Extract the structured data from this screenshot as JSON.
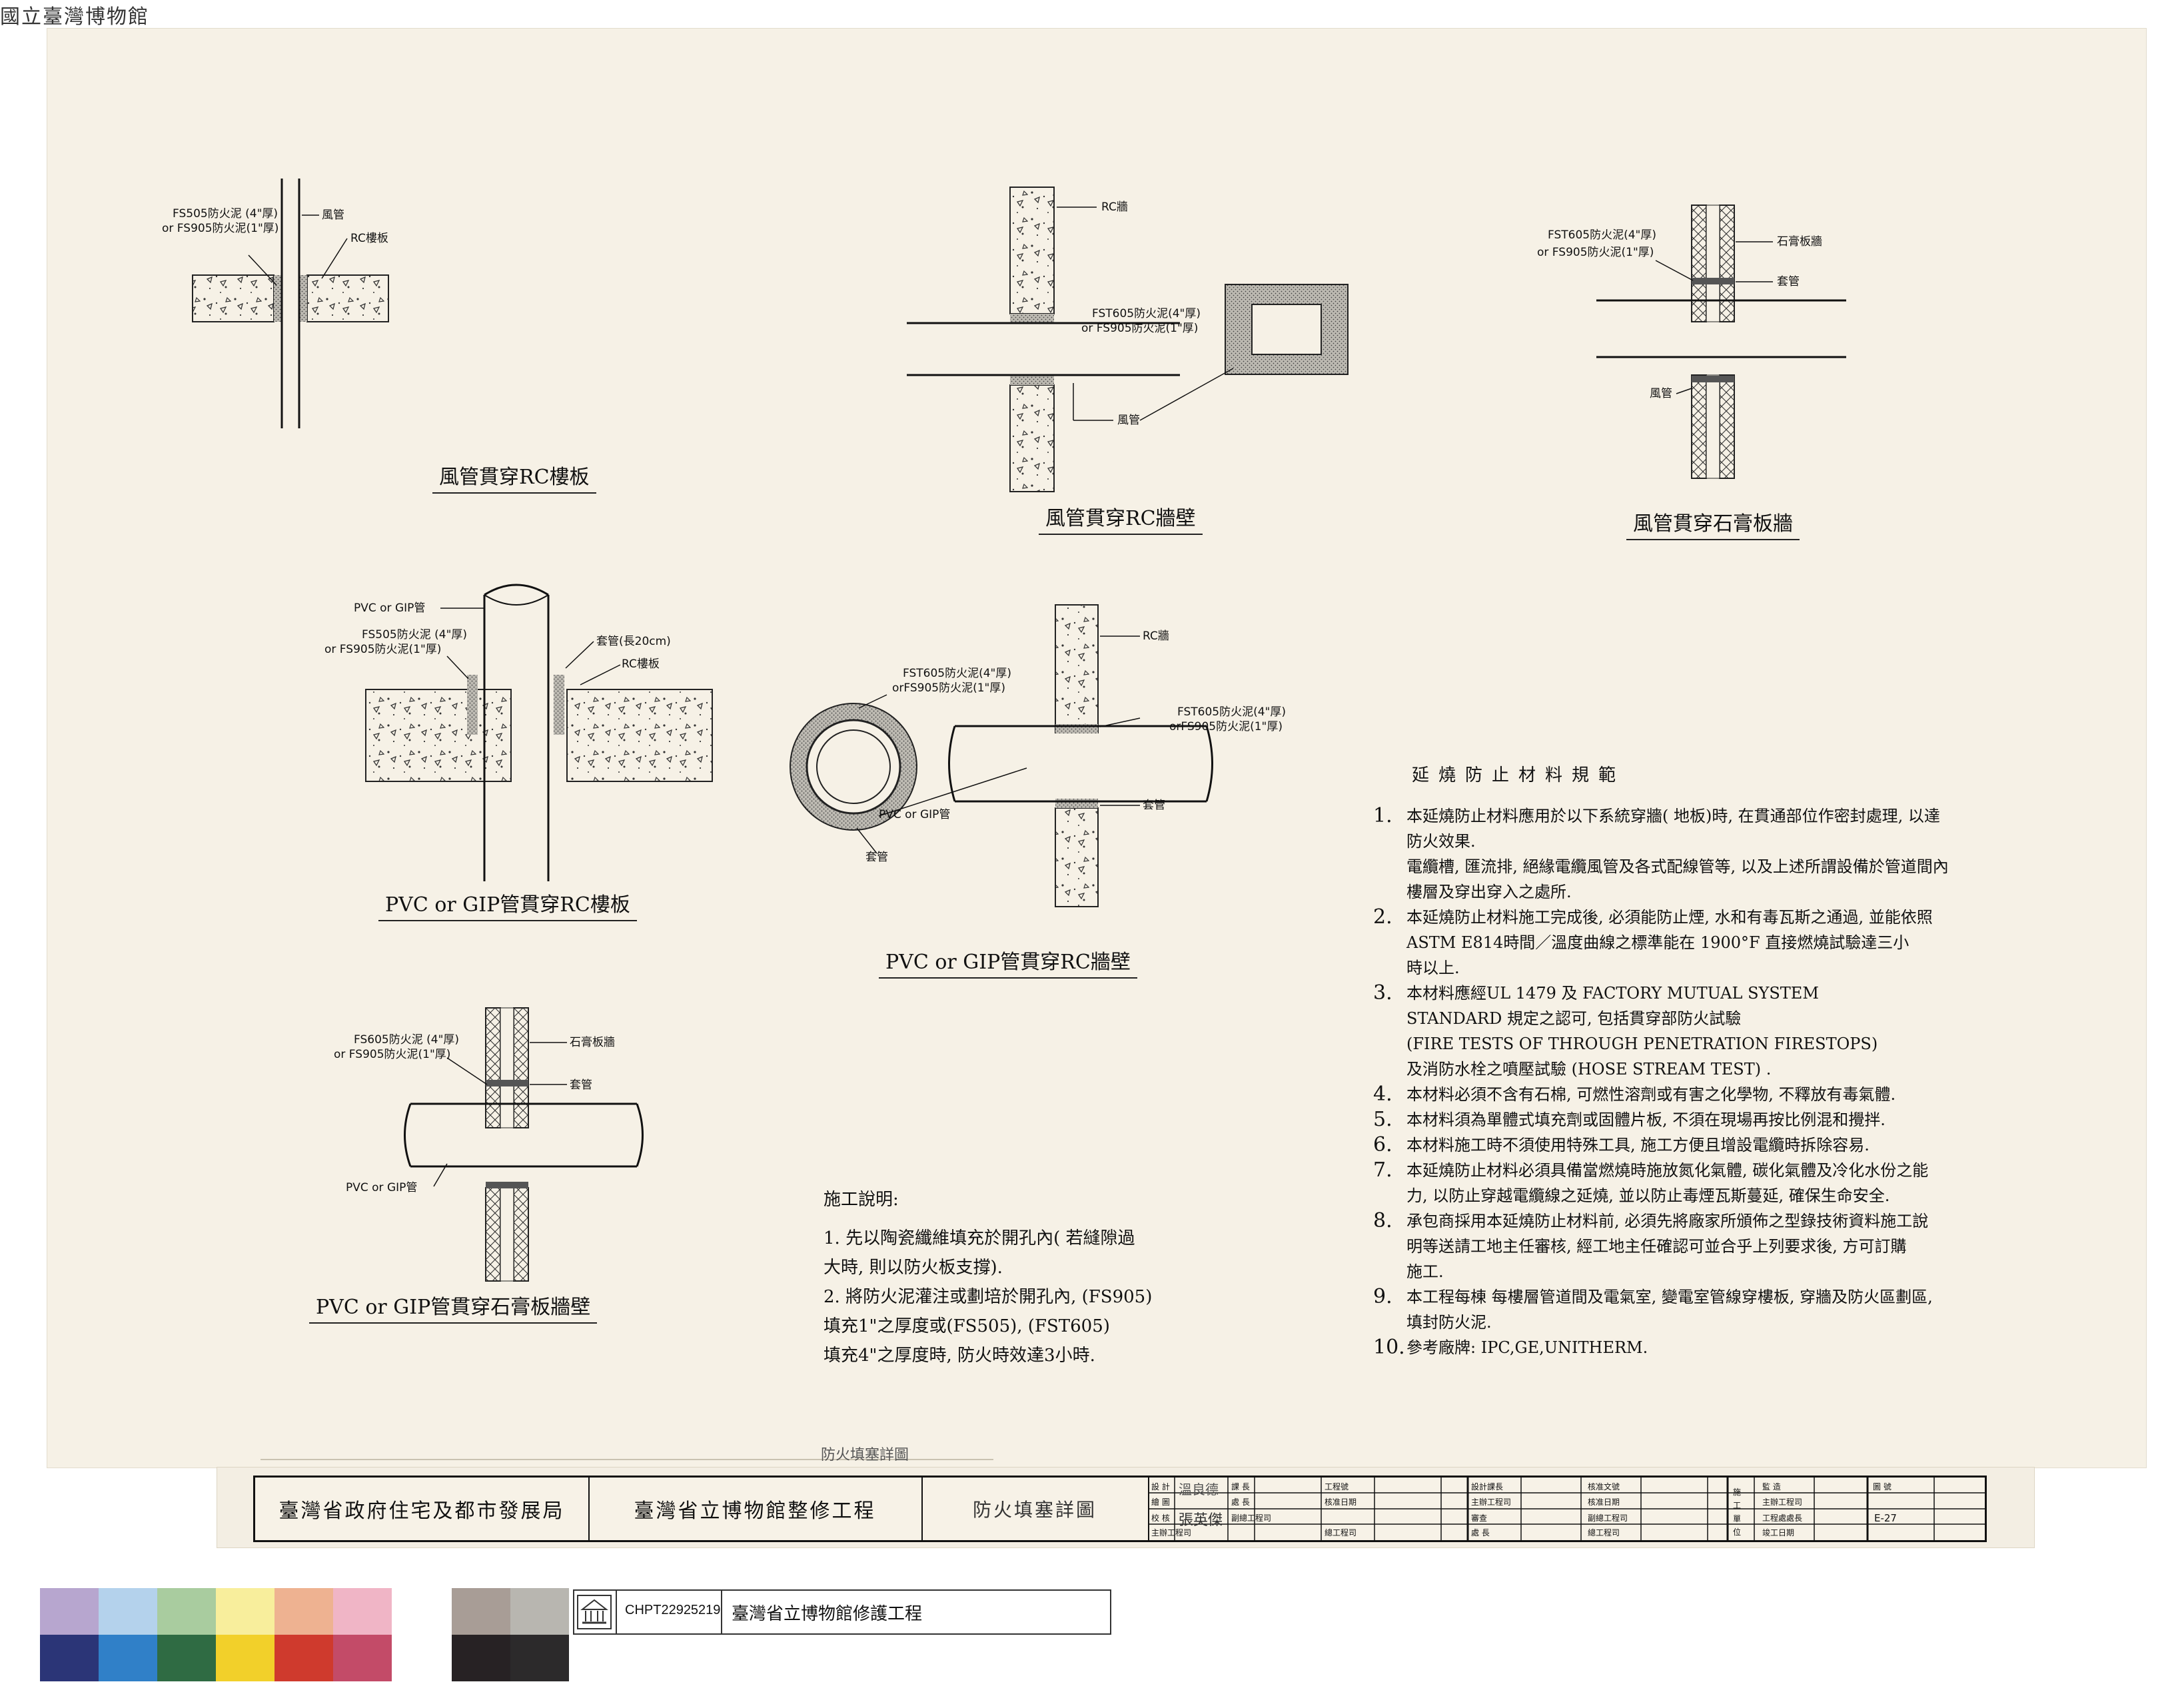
{
  "stamp": "國立臺灣博物館",
  "details": {
    "d1": {
      "caption": "風管貫穿RC樓板",
      "labels": {
        "fs505": "FS505防火泥 (4\"厚)",
        "fs905": "or FS905防火泥(1\"厚)",
        "duct": "風管",
        "slab": "RC樓板"
      }
    },
    "d2": {
      "caption": "風管貫穿RC牆壁",
      "labels": {
        "rc": "RC牆",
        "fst605": "FST605防火泥(4\"厚)",
        "fs905": "or FS905防火泥(1\"厚)",
        "duct": "風管"
      }
    },
    "d3": {
      "caption": "風管貫穿石膏板牆",
      "labels": {
        "fst605": "FST605防火泥(4\"厚)",
        "fs905": "or FS905防火泥(1\"厚)",
        "gypsum": "石膏板牆",
        "sleeve": "套管",
        "duct": "風管"
      }
    },
    "d4": {
      "caption": "PVC or GIP管貫穿RC樓板",
      "labels": {
        "pipe": "PVC or GIP管",
        "fs505": "FS505防火泥 (4\"厚)",
        "fs905": "or FS905防火泥(1\"厚)",
        "sleeve": "套管(長20cm)",
        "slab": "RC樓板"
      }
    },
    "d5": {
      "caption": "PVC or GIP管貫穿RC牆壁",
      "labels": {
        "fst605a": "FST605防火泥(4\"厚)",
        "fs905a": "orFS905防火泥(1\"厚)",
        "rc": "RC牆",
        "fst605b": "FST605防火泥(4\"厚)",
        "fs905b": "orFS905防火泥(1\"厚)",
        "pipe": "PVC or GIP管",
        "sleeve_a": "套管",
        "sleeve_b": "套管"
      }
    },
    "d6": {
      "caption": "PVC or GIP管貫穿石膏板牆壁",
      "labels": {
        "fs605": "FS605防火泥 (4\"厚)",
        "fs905": "or FS905防火泥(1\"厚)",
        "gypsum": "石膏板牆",
        "sleeve": "套管",
        "pipe": "PVC or GIP管"
      }
    }
  },
  "specs": {
    "title": "延燒防止材料規範",
    "items": [
      {
        "num": "1.",
        "lines": [
          "本延燒防止材料應用於以下系統穿牆( 地板)時, 在貫通部位作密封處理, 以達",
          "防火效果.",
          "電纜槽, 匯流排, 絕緣電纜風管及各式配線管等, 以及上述所謂設備於管道間內",
          "樓層及穿出穿入之處所."
        ]
      },
      {
        "num": "2.",
        "lines": [
          "本延燒防止材料施工完成後, 必須能防止煙, 水和有毒瓦斯之通過, 並能依照",
          "ASTM  E814時間／溫度曲線之標準能在          1900°F  直接燃燒試驗達三小",
          "時以上."
        ]
      },
      {
        "num": "3.",
        "lines": [
          "本材料應經UL 1479  及  FACTORY  MUTUAL  SYSTEM",
          "STANDARD  規定之認可, 包括貫穿部防火試驗",
          "(FIRE  TESTS  OF  THROUGH  PENETRATION  FIRESTOPS)",
          "及消防水栓之噴壓試驗  (HOSE  STREAM  TEST)  ."
        ]
      },
      {
        "num": "4.",
        "lines": [
          "本材料必須不含有石棉, 可燃性溶劑或有害之化學物, 不釋放有毒氣體."
        ]
      },
      {
        "num": "5.",
        "lines": [
          "本材料須為單體式填充劑或固體片板, 不須在現場再按比例混和攪拌."
        ]
      },
      {
        "num": "6.",
        "lines": [
          "本材料施工時不須使用特殊工具, 施工方便且增設電纜時拆除容易."
        ]
      },
      {
        "num": "7.",
        "lines": [
          "本延燒防止材料必須具備當燃燒時施放氮化氣體, 碳化氣體及冷化水份之能",
          "力, 以防止穿越電纜線之延燒, 並以防止毒煙瓦斯蔓延, 確保生命安全."
        ]
      },
      {
        "num": "8.",
        "lines": [
          "承包商採用本延燒防止材料前, 必須先將廠家所頒佈之型錄技術資料施工說",
          "明等送請工地主任審核, 經工地主任確認可並合乎上列要求後, 方可訂購",
          "施工."
        ]
      },
      {
        "num": "9.",
        "lines": [
          "本工程每棟   每樓層管道間及電氣室, 變電室管線穿樓板, 穿牆及防火區劃區,",
          "填封防火泥."
        ]
      },
      {
        "num": "10.",
        "lines": [
          "參考廠牌:  IPC,GE,UNITHERM."
        ]
      }
    ]
  },
  "notes": {
    "title": "施工說明:",
    "lines": [
      "1. 先以陶瓷纖維填充於開孔內( 若縫隙過",
      "   大時, 則以防火板支撐).",
      "2. 將防火泥灌注或劃培於開孔內, (FS905)",
      "   填充1\"之厚度或(FS505), (FST605)",
      "   填充4\"之厚度時, 防火時效達3小時."
    ]
  },
  "title_block": {
    "handwritten_top": "防火填塞詳圖",
    "agency": "臺灣省政府住宅及都市發展局",
    "project": "臺灣省立博物館整修工程",
    "drawing": "防火填塞詳圖",
    "signers": [
      "設 計",
      "繪 圖",
      "校 核",
      "主辦工程司"
    ],
    "roles": [
      "課 長",
      "處 長",
      "副總工程司"
    ],
    "mid_labels": [
      "工程號",
      "核准日期",
      "總工程司"
    ],
    "right_labels_a": [
      "設計課長",
      "主辦工程司",
      "審查",
      "處 長"
    ],
    "right_labels_b": [
      "核准文號",
      "核准日期",
      "副總工程司",
      "總工程司"
    ],
    "right_labels_c": [
      "施 工 單 位"
    ],
    "right_labels_d": [
      "監 造",
      "主辦工程司",
      "工程處處長",
      "竣工日期"
    ],
    "sheet_label": "圖 號",
    "sheet_no": "E-27",
    "handwritten_names": [
      "張英傑",
      "溫良德"
    ]
  },
  "archive": {
    "id": "CHPT22925219",
    "title": "臺灣省立博物館修護工程"
  },
  "swatches_top": [
    "#b7a6cf",
    "#b4d2ec",
    "#a9cc9f",
    "#f8ee9c",
    "#eeb291",
    "#f0b5c6"
  ],
  "swatches_bottom": [
    "#2b3577",
    "#3080c8",
    "#2f6b43",
    "#f2d02a",
    "#cf3a2d",
    "#c34b68"
  ],
  "gray_swatches_top": [
    "#a89d96",
    "#b8b6b0"
  ],
  "gray_swatches_bottom": [
    "#272224",
    "#2c2a2b"
  ]
}
